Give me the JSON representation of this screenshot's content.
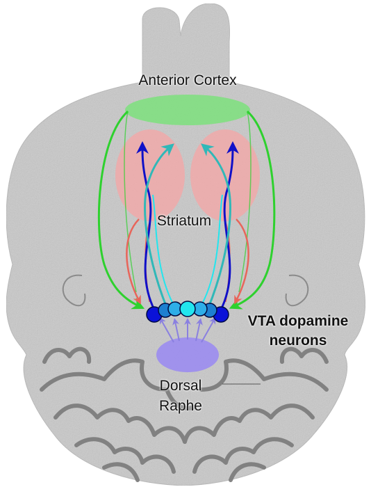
{
  "labels": {
    "anterior_cortex": "Anterior Cortex",
    "striatum": "Striatum",
    "vta_line1": "VTA dopamine",
    "vta_line2": "neurons",
    "raphe_line1": "Dorsal",
    "raphe_line2": "Raphe"
  },
  "colors": {
    "brain": "#c9c9c9",
    "cortex": "#7de07d",
    "striatum": "#f2a7a7",
    "raphe": "#9b8cf0",
    "green_projection": "#2ed12e",
    "red_projection": "#e8655a",
    "dark_blue_projection": "#1010c8",
    "cyan_projection": "#30b8b8",
    "neuron_dark": "#0a12d8",
    "neuron_mid": "#1d7fd0",
    "neuron_light": "#22e6ee"
  }
}
